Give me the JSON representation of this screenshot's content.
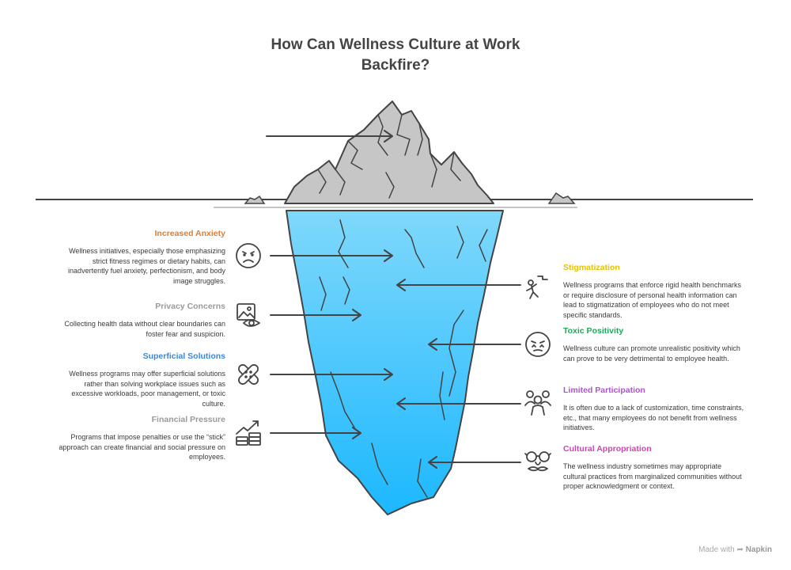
{
  "title": "How Can Wellness Culture at Work Backfire?",
  "colors": {
    "water_top": "#7fd8fb",
    "water_bottom": "#1cb8ff",
    "ice_tip": "#c6c6c6",
    "outline": "#444444"
  },
  "left_items": [
    {
      "title": "Increased Anxiety",
      "color": "#e07d2f",
      "icon": "frowning-face-icon",
      "text": "Wellness initiatives, especially those emphasizing strict fitness regimes or dietary habits, can inadvertently fuel anxiety, perfectionism, and body image struggles."
    },
    {
      "title": "Privacy Concerns",
      "color": "#9a9a9a",
      "icon": "image-eye-icon",
      "text": "Collecting health data without clear boundaries can foster fear and suspicion."
    },
    {
      "title": "Superficial Solutions",
      "color": "#3e86d8",
      "icon": "bandage-icon",
      "text": "Wellness programs may offer superficial solutions rather than solving workplace issues such as excessive workloads, poor management, or toxic culture."
    },
    {
      "title": "Financial Pressure",
      "color": "#9a9a9a",
      "icon": "money-growth-icon",
      "text": "Programs that impose penalties or use the “stick” approach can create financial and social pressure on employees."
    }
  ],
  "right_items": [
    {
      "title": "Stigmatization",
      "color": "#e5c300",
      "icon": "falling-person-icon",
      "text": "Wellness programs that enforce rigid health benchmarks or require disclosure of personal health information can lead to stigmatization of employees who do not meet specific standards."
    },
    {
      "title": "Toxic Positivity",
      "color": "#1fa85c",
      "icon": "sad-smile-icon",
      "text": "Wellness culture can promote unrealistic positivity which can prove to be very detrimental to employee health."
    },
    {
      "title": "Limited Participation",
      "color": "#b34fd8",
      "icon": "group-people-icon",
      "text": "It is often due to a lack of customization, time constraints, etc., that many employees do not benefit from wellness initiatives."
    },
    {
      "title": "Cultural Appropriation",
      "color": "#d63fb4",
      "icon": "disguise-glasses-icon",
      "text": "The wellness industry sometimes may appropriate cultural practices from marginalized communities without proper acknowledgment or context."
    }
  ],
  "footer": {
    "made_with": "Made with",
    "brand": "Napkin"
  }
}
